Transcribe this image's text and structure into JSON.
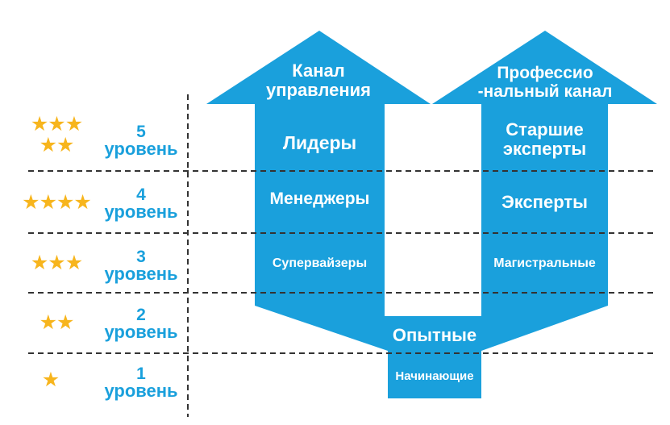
{
  "colors": {
    "arrow_fill": "#1aa0dc",
    "level_text": "#1aa0dc",
    "star": "#f7b51d",
    "divider": "#333333"
  },
  "icons": {
    "star": "star-icon"
  },
  "management_channel": {
    "title": "Канал управления",
    "title_lines": [
      "Канал",
      "управления"
    ],
    "positions": [
      "Лидеры",
      "Менеджеры",
      "Супервайзеры"
    ]
  },
  "professional_channel": {
    "title": "Профессио-нальный канал",
    "title_lines": [
      "Профессио",
      "-нальный канал"
    ],
    "positions": [
      "Старшие эксперты",
      "Эксперты",
      "Магистральные"
    ],
    "position_lines": [
      [
        "Старшие",
        "эксперты"
      ],
      [
        "Эксперты"
      ],
      [
        "Магистральные"
      ]
    ]
  },
  "shared_positions": {
    "experienced": "Опытные",
    "beginners": "Начинающие"
  },
  "levels": [
    {
      "number": "5",
      "word": "уровень",
      "stars": 5
    },
    {
      "number": "4",
      "word": "уровень",
      "stars": 4
    },
    {
      "number": "3",
      "word": "уровень",
      "stars": 3
    },
    {
      "number": "2",
      "word": "уровень",
      "stars": 2
    },
    {
      "number": "1",
      "word": "уровень",
      "stars": 1
    }
  ]
}
